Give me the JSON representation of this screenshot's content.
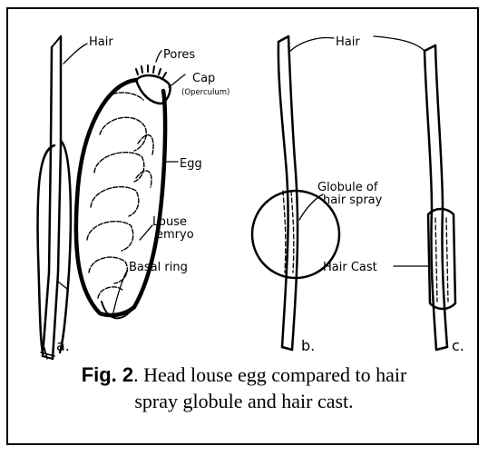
{
  "figure": {
    "panel_a": {
      "labels": {
        "hair": "Hair",
        "pores": "Pores",
        "cap": "Cap",
        "operculum": "(Operculum)",
        "egg": "Egg",
        "louse_1": "Louse",
        "louse_2": "emryo",
        "basal_ring": "Basal ring",
        "panel": "a."
      }
    },
    "panel_b": {
      "labels": {
        "hair": "Hair",
        "globule_1": "Globule of",
        "globule_2": "hair spray",
        "panel": "b."
      }
    },
    "panel_c": {
      "labels": {
        "hair_cast": "Hair Cast",
        "panel": "c."
      }
    }
  },
  "caption": {
    "fig_label": "Fig. 2",
    "line1_rest": ".  Head louse egg compared to hair",
    "line2": "spray globule and hair cast."
  }
}
